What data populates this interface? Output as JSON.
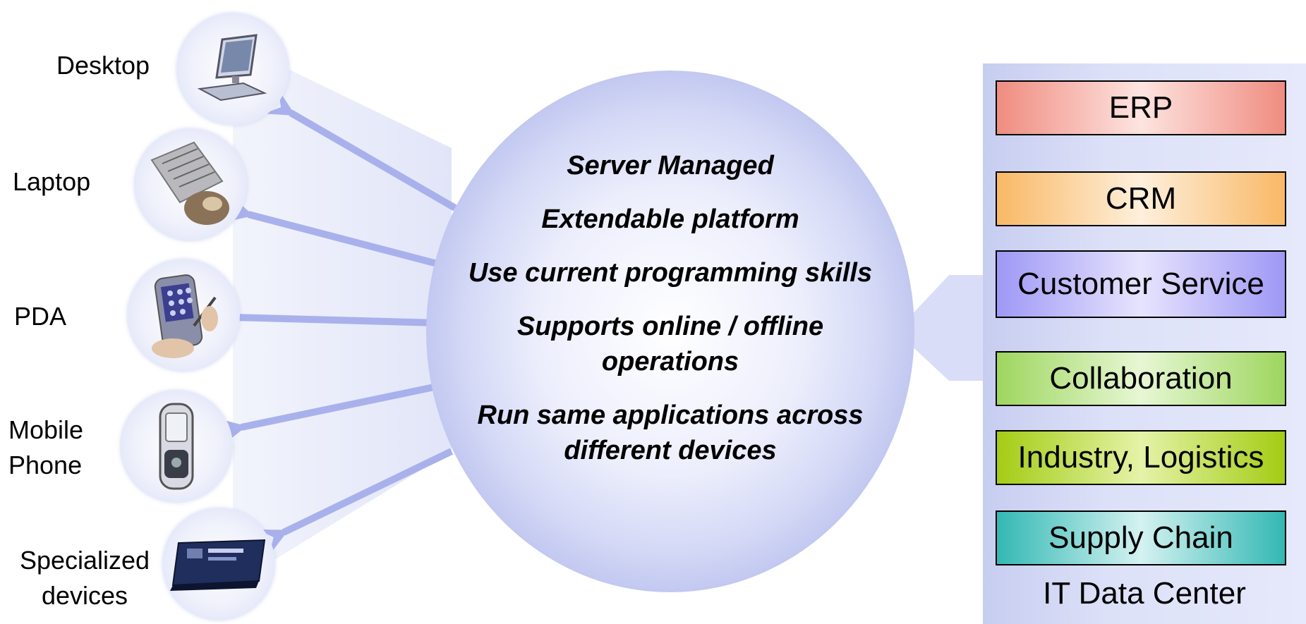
{
  "devices": [
    {
      "label_lines": [
        "Desktop"
      ],
      "icon": "desktop-computer-icon"
    },
    {
      "label_lines": [
        "Laptop"
      ],
      "icon": "laptop-keyboard-icon"
    },
    {
      "label_lines": [
        "PDA"
      ],
      "icon": "pda-handheld-icon"
    },
    {
      "label_lines": [
        "Mobile",
        "Phone"
      ],
      "icon": "mobile-phone-icon"
    },
    {
      "label_lines": [
        "Specialized",
        "devices"
      ],
      "icon": "specialized-device-icon"
    }
  ],
  "hub": {
    "capabilities": [
      [
        "Server Managed"
      ],
      [
        "Extendable platform"
      ],
      [
        "Use current programming skills"
      ],
      [
        "Supports online / offline",
        "operations"
      ],
      [
        "Run same applications across",
        "different devices"
      ]
    ]
  },
  "data_center": {
    "label": "IT Data Center",
    "applications": [
      {
        "label": "ERP",
        "color_edge": "#f08c80",
        "color_center": "#fde4e0"
      },
      {
        "label": "CRM",
        "color_edge": "#f9b866",
        "color_center": "#fef0dc"
      },
      {
        "label": "Customer Service",
        "color_edge": "#9f98f6",
        "color_center": "#e6e4fd"
      },
      {
        "label": "Collaboration",
        "color_edge": "#9ed65f",
        "color_center": "#e7f7d4"
      },
      {
        "label": "Industry, Logistics",
        "color_edge": "#a4cc14",
        "color_center": "#e4f3a8"
      },
      {
        "label": "Supply Chain",
        "color_edge": "#33b8b4",
        "color_center": "#d4f2f1"
      }
    ]
  }
}
